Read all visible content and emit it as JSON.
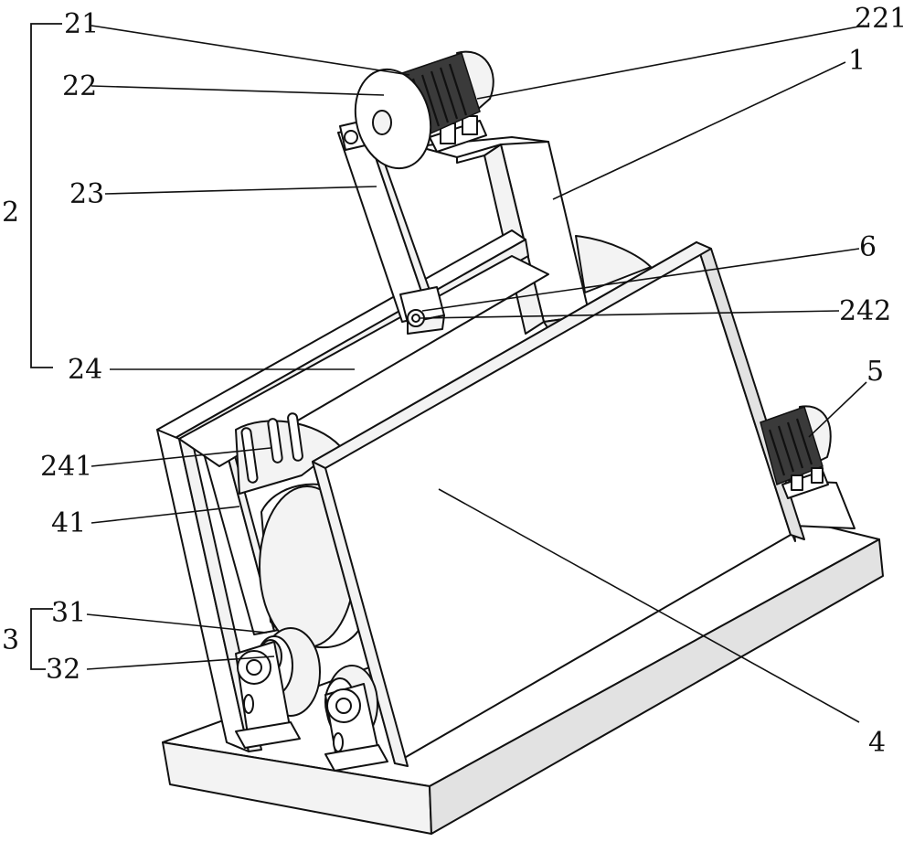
{
  "labels": {
    "l21": "21",
    "l221": "221",
    "l22": "22",
    "l1": "1",
    "l2": "2",
    "l23": "23",
    "l6": "6",
    "l242": "242",
    "l5": "5",
    "l24": "24",
    "l241": "241",
    "l41": "41",
    "l3": "3",
    "l31": "31",
    "l32": "32",
    "l4": "4"
  }
}
